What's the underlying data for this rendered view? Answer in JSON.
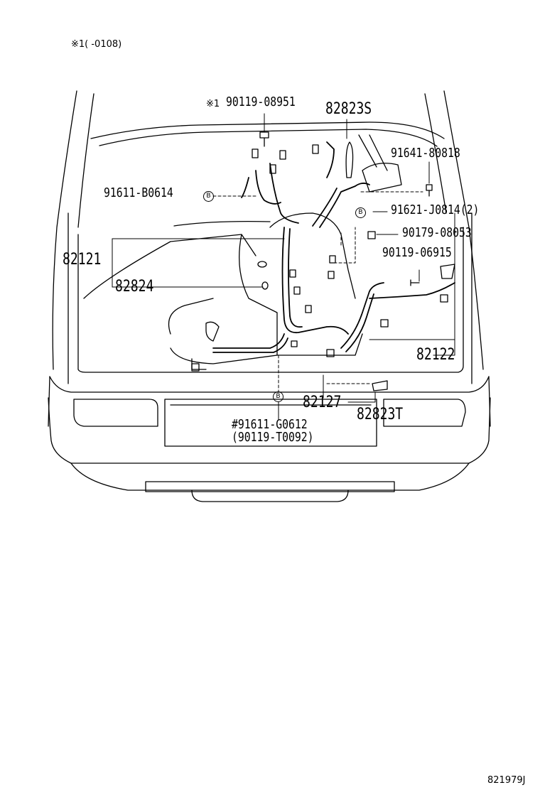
{
  "header": {
    "note": "※1(      -0108)"
  },
  "labels": {
    "p90119_08951": "90119-08951",
    "mark1": "※1",
    "p82823S": "82823S",
    "p91641_80818": "91641-80818",
    "p91611_B0614": "91611-B0614",
    "p91621_J0814": "91621-J0814(2)",
    "p90179_08053": "90179-08053",
    "p82121": "82121",
    "p90119_06915": "90119-06915",
    "p82824": "82824",
    "p82122": "82122",
    "p82127": "82127",
    "p82823T": "82823T",
    "p91611_G0612": "#91611-G0612",
    "p90119_T0092": "(90119-T0092)"
  },
  "bolt_badge": "B",
  "footer": {
    "code": "821979J"
  }
}
